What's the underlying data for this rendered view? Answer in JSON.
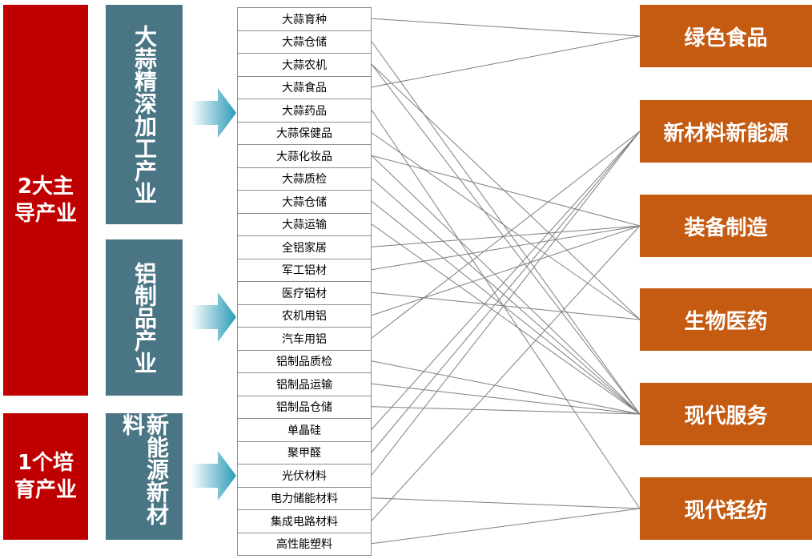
{
  "groups": {
    "main_industries": "2大主导产业",
    "cultivated_industry": "1个培育产业"
  },
  "sectors": [
    {
      "label": "大蒜精深加工产业"
    },
    {
      "label": "铝制品产业"
    },
    {
      "label": "新能源新材料"
    }
  ],
  "items": [
    "大蒜育种",
    "大蒜仓储",
    "大蒜农机",
    "大蒜食品",
    "大蒜药品",
    "大蒜保健品",
    "大蒜化妆品",
    "大蒜质检",
    "大蒜仓储",
    "大蒜运输",
    "全铝家居",
    "军工铝材",
    "医疗铝材",
    "农机用铝",
    "汽车用铝",
    "铝制品质检",
    "铝制品运输",
    "铝制品仓储",
    "单晶硅",
    "聚甲醛",
    "光伏材料",
    "电力储能材料",
    "集成电路材料",
    "高性能塑料"
  ],
  "categories": [
    "绿色食品",
    "新材料新能源",
    "装备制造",
    "生物医药",
    "现代服务",
    "现代轻纺"
  ],
  "links": [
    [
      0,
      0
    ],
    [
      3,
      0
    ],
    [
      1,
      4
    ],
    [
      2,
      3
    ],
    [
      4,
      5
    ],
    [
      5,
      3
    ],
    [
      6,
      2
    ],
    [
      6,
      4
    ],
    [
      7,
      4
    ],
    [
      9,
      4
    ],
    [
      10,
      2
    ],
    [
      11,
      2
    ],
    [
      12,
      3
    ],
    [
      13,
      2
    ],
    [
      14,
      1
    ],
    [
      15,
      4
    ],
    [
      16,
      4
    ],
    [
      17,
      4
    ],
    [
      18,
      1
    ],
    [
      19,
      1
    ],
    [
      20,
      1
    ],
    [
      21,
      5
    ],
    [
      22,
      2
    ],
    [
      23,
      5
    ],
    [
      2,
      4
    ],
    [
      8,
      4
    ]
  ],
  "colors": {
    "main": "#c00000",
    "sector": "#4a7585",
    "category": "#c55a11",
    "link": "#7f7f7f"
  }
}
